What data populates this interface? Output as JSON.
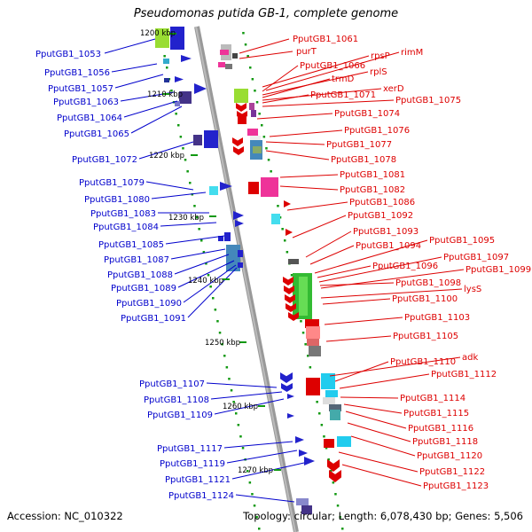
{
  "header": {
    "title": "Pseudomonas putida GB-1, complete genome"
  },
  "footer": {
    "accession": "Accession: NC_010322",
    "topology": "Topology: circular; Length: 6,078,430 bp; Genes: 5,506"
  },
  "colors": {
    "left_label": "#0000cc",
    "right_label": "#dd0000",
    "backbone": "#999999",
    "ticks": "#119911"
  },
  "kbp_marks": [
    "1200 kbp",
    "1210 kbp",
    "1220 kbp",
    "1230 kbp",
    "1240 kbp",
    "1250 kbp",
    "1260 kbp",
    "1270 kbp"
  ],
  "left_labels": [
    "PputGB1_1053",
    "PputGB1_1056",
    "PputGB1_1057",
    "PputGB1_1063",
    "PputGB1_1064",
    "PputGB1_1065",
    "PputGB1_1072",
    "PputGB1_1079",
    "PputGB1_1080",
    "PputGB1_1083",
    "PputGB1_1084",
    "PputGB1_1085",
    "PputGB1_1087",
    "PputGB1_1088",
    "PputGB1_1089",
    "PputGB1_1090",
    "PputGB1_1091",
    "PputGB1_1107",
    "PputGB1_1108",
    "PputGB1_1109",
    "PputGB1_1117",
    "PputGB1_1119",
    "PputGB1_1121",
    "PputGB1_1124"
  ],
  "right_labels": [
    "PputGB1_1061",
    "purT",
    "rpsP",
    "rimM",
    "PputGB1_1066",
    "rplS",
    "trmD",
    "xerD",
    "PputGB1_1071",
    "PputGB1_1075",
    "PputGB1_1074",
    "PputGB1_1076",
    "PputGB1_1077",
    "PputGB1_1078",
    "PputGB1_1081",
    "PputGB1_1082",
    "PputGB1_1086",
    "PputGB1_1092",
    "PputGB1_1093",
    "PputGB1_1094",
    "PputGB1_1095",
    "PputGB1_1097",
    "PputGB1_1096",
    "PputGB1_1099",
    "PputGB1_1098",
    "lysS",
    "PputGB1_1100",
    "PputGB1_1103",
    "PputGB1_1105",
    "adk",
    "PputGB1_1110",
    "PputGB1_1112",
    "PputGB1_1114",
    "PputGB1_1115",
    "PputGB1_1116",
    "PputGB1_1118",
    "PputGB1_1120",
    "PputGB1_1122",
    "PputGB1_1123"
  ]
}
